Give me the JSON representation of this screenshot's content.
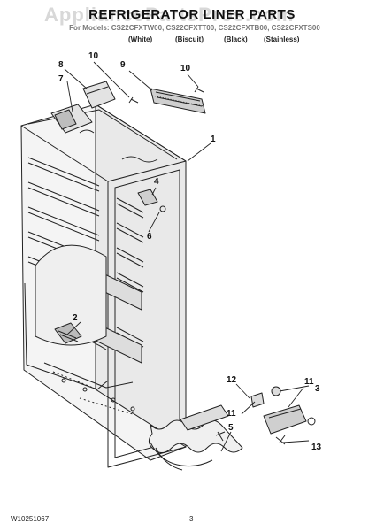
{
  "watermark": "AppliancePartsPros.com",
  "title": "REFRIGERATOR LINER PARTS",
  "models_line": "For Models: CS22CFXTW00, CS22CFXTT00, CS22CFXTB00, CS22CFXTS00",
  "variants": [
    "(White)",
    "(Biscuit)",
    "(Black)",
    "(Stainless)"
  ],
  "callouts": [
    "1",
    "2",
    "3",
    "3",
    "4",
    "5",
    "6",
    "7",
    "8",
    "9",
    "10",
    "10",
    "11",
    "11",
    "12",
    "13"
  ],
  "footer": {
    "doc_number": "W10251067",
    "page_number": "3"
  }
}
